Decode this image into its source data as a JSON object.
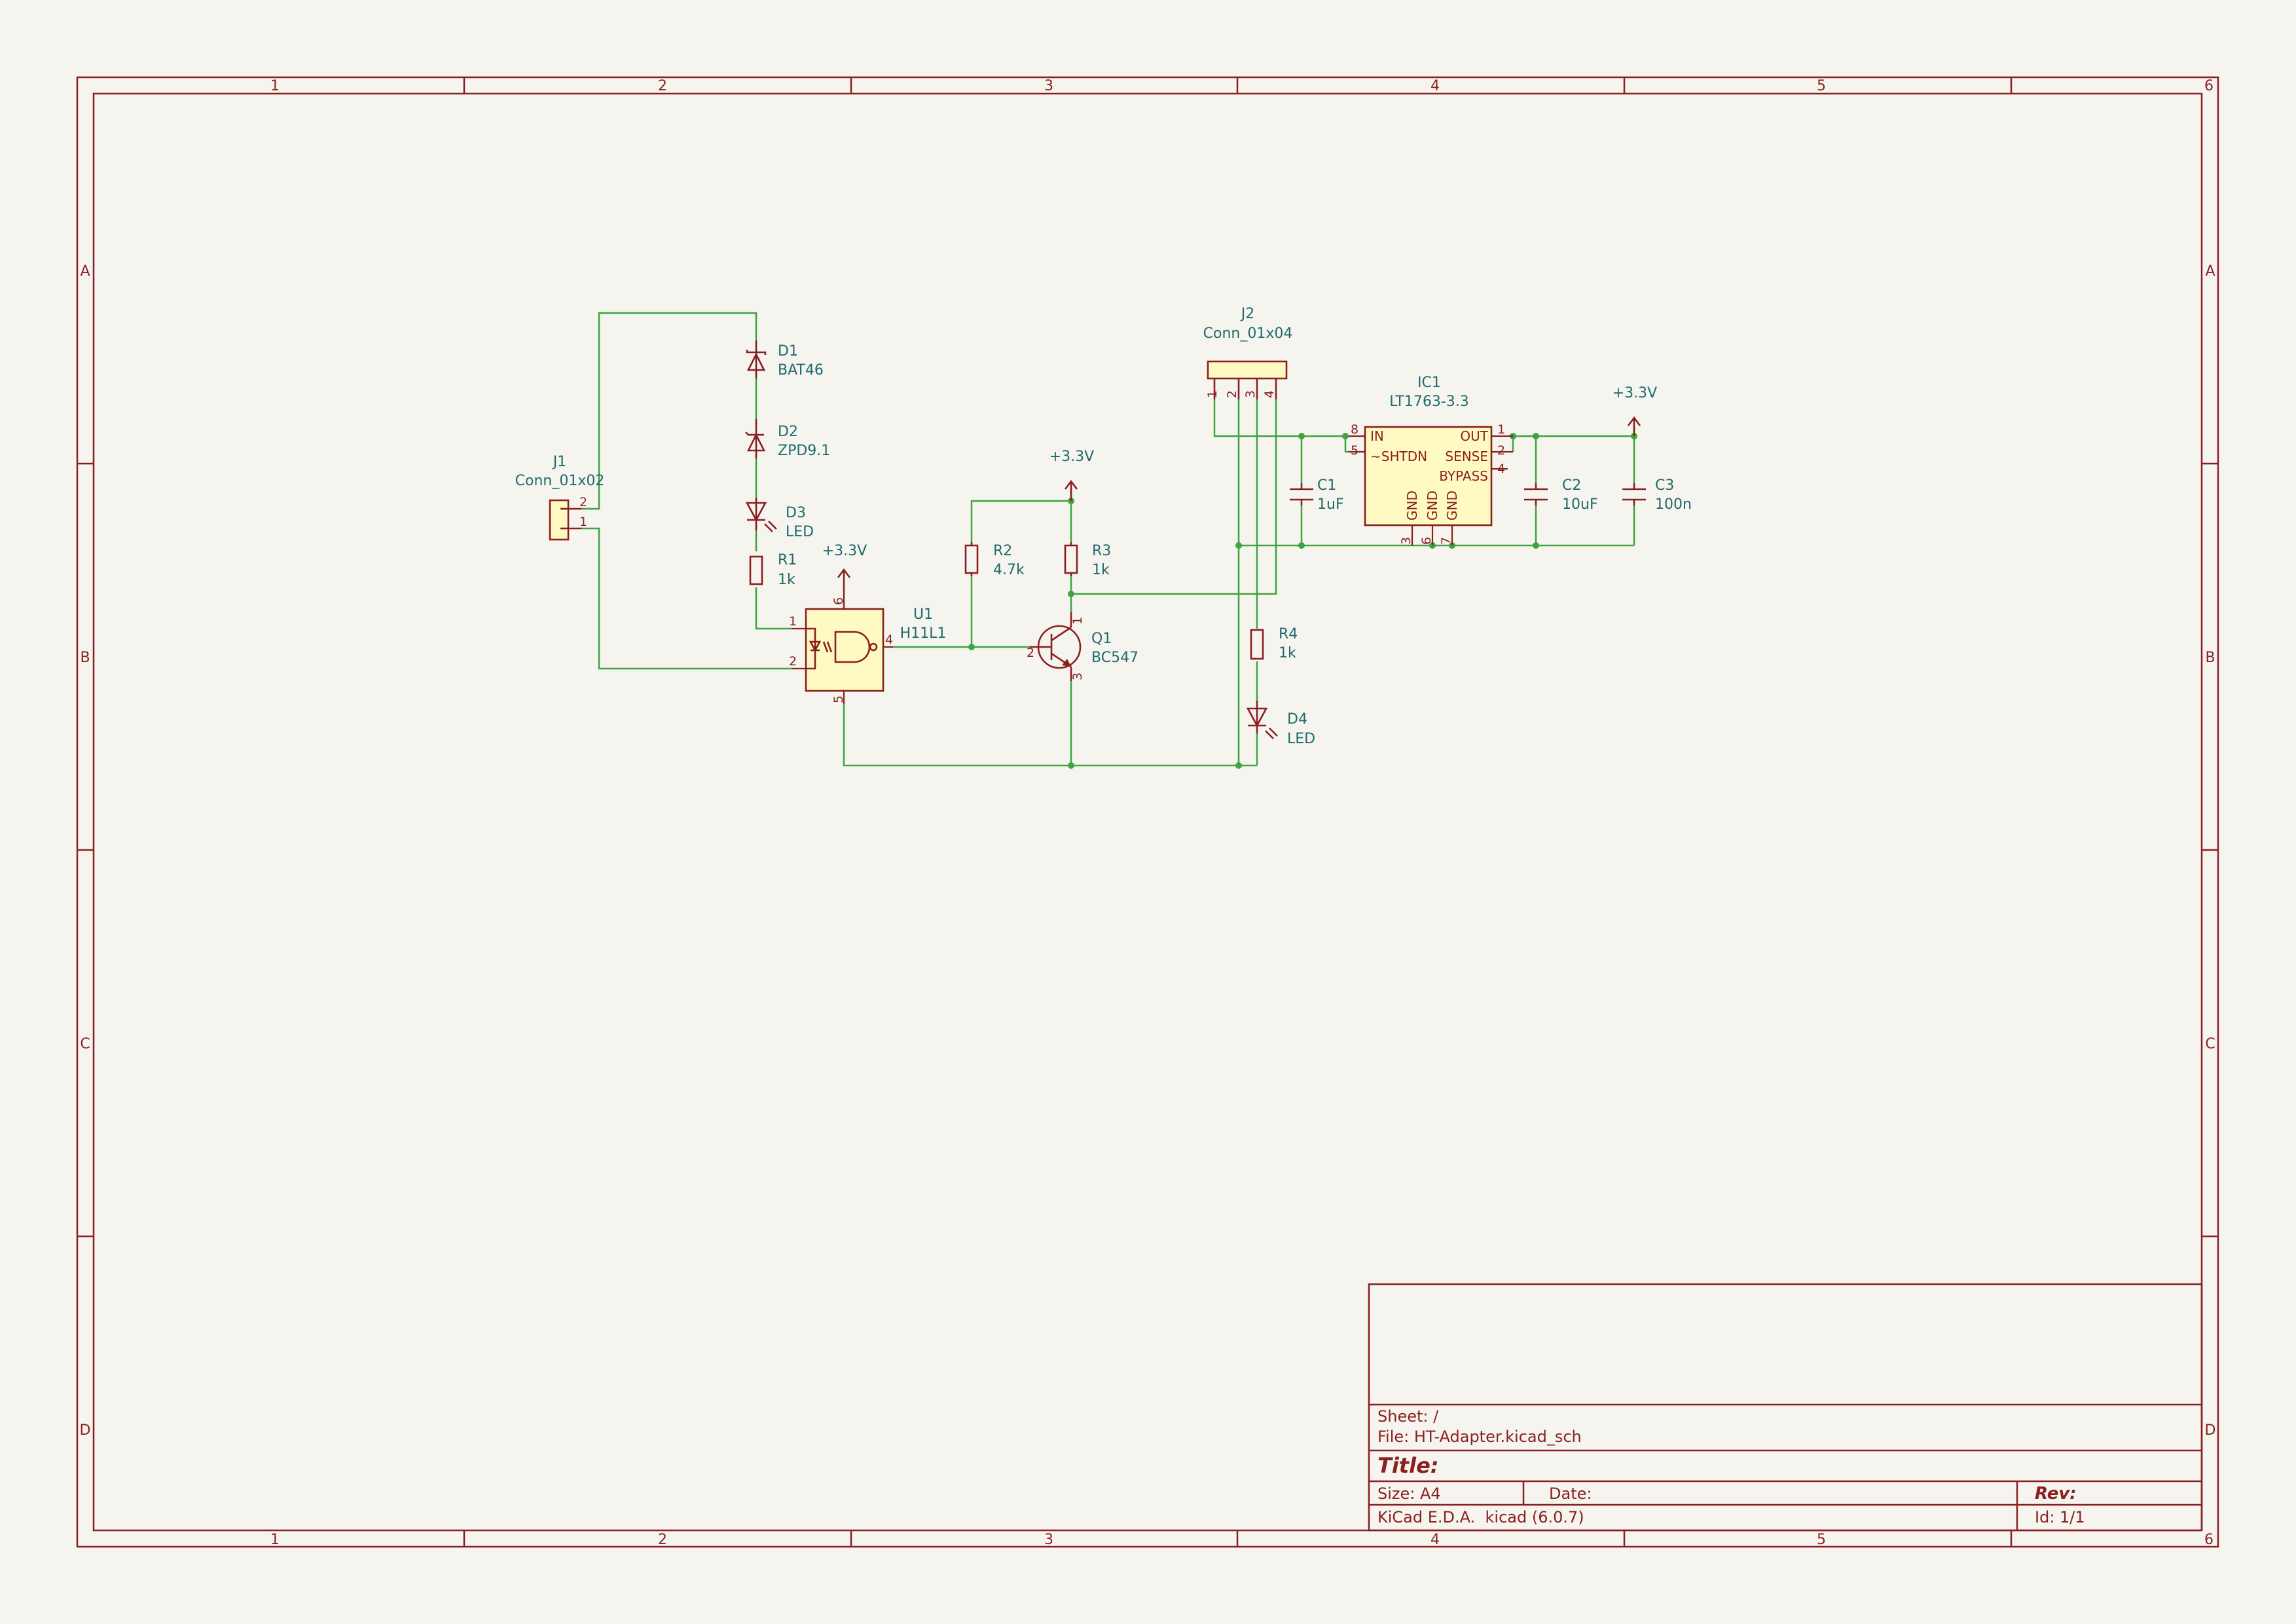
{
  "frame": {
    "columns": [
      "1",
      "2",
      "3",
      "4",
      "5",
      "6"
    ],
    "rows": [
      "A",
      "B",
      "C",
      "D"
    ]
  },
  "title_block": {
    "sheet": "Sheet: /",
    "file": "File: HT-Adapter.kicad_sch",
    "title": "Title:",
    "size": "Size: A4",
    "date": "Date:",
    "rev": "Rev:",
    "tool": "KiCad E.D.A.  kicad (6.0.7)",
    "id": "Id: 1/1"
  },
  "components": {
    "J1": {
      "ref": "J1",
      "value": "Conn_01x02",
      "pins": [
        "2",
        "1"
      ]
    },
    "J2": {
      "ref": "J2",
      "value": "Conn_01x04",
      "pins": [
        "1",
        "2",
        "3",
        "4"
      ]
    },
    "D1": {
      "ref": "D1",
      "value": "BAT46"
    },
    "D2": {
      "ref": "D2",
      "value": "ZPD9.1"
    },
    "D3": {
      "ref": "D3",
      "value": "LED"
    },
    "D4": {
      "ref": "D4",
      "value": "LED"
    },
    "R1": {
      "ref": "R1",
      "value": "1k"
    },
    "R2": {
      "ref": "R2",
      "value": "4.7k"
    },
    "R3": {
      "ref": "R3",
      "value": "1k"
    },
    "R4": {
      "ref": "R4",
      "value": "1k"
    },
    "C1": {
      "ref": "C1",
      "value": "1uF"
    },
    "C2": {
      "ref": "C2",
      "value": "10uF"
    },
    "C3": {
      "ref": "C3",
      "value": "100n"
    },
    "U1": {
      "ref": "U1",
      "value": "H11L1",
      "pins": [
        "1",
        "2",
        "4",
        "5",
        "6"
      ]
    },
    "Q1": {
      "ref": "Q1",
      "value": "BC547",
      "pins": [
        "1",
        "2",
        "3"
      ]
    },
    "IC1": {
      "ref": "IC1",
      "value": "LT1763-3.3",
      "pin_names": [
        "IN",
        "~SHTDN",
        "OUT",
        "SENSE",
        "BYPASS",
        "GND",
        "GND",
        "GND"
      ],
      "pins": [
        "8",
        "5",
        "1",
        "2",
        "4",
        "3",
        "6",
        "7"
      ]
    }
  },
  "power": {
    "u1_vcc": "+3.3V",
    "r2_vcc": "+3.3V",
    "out_vcc": "+3.3V"
  }
}
